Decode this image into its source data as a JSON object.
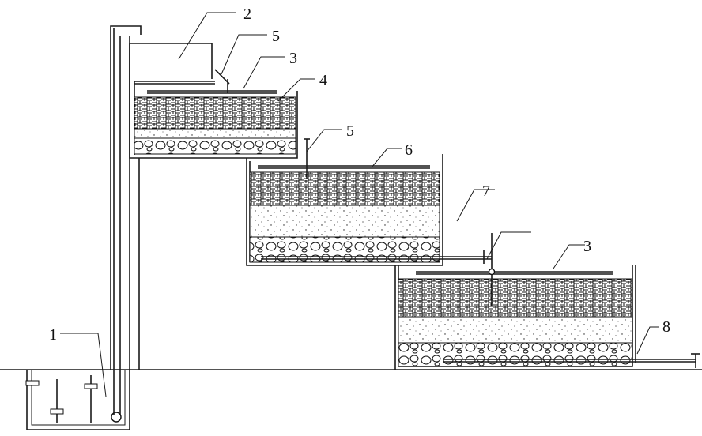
{
  "labels": {
    "tank": "1",
    "top_tank": "2",
    "spray_pipe": "3",
    "basket_layer": "4",
    "valve": "5",
    "spray_pipe_mid": "6",
    "sand_layer": "7",
    "outlet": "8"
  },
  "callouts": [
    {
      "id": "c2",
      "text": "2"
    },
    {
      "id": "c5a",
      "text": "5"
    },
    {
      "id": "c3a",
      "text": "3"
    },
    {
      "id": "c4",
      "text": "4"
    },
    {
      "id": "c5b",
      "text": "5"
    },
    {
      "id": "c6",
      "text": "6"
    },
    {
      "id": "c7",
      "text": "7"
    },
    {
      "id": "c3b",
      "text": "3"
    },
    {
      "id": "c1",
      "text": "1"
    },
    {
      "id": "c8",
      "text": "8"
    }
  ],
  "colors": {
    "line": "#1a1a1a",
    "background": "#ffffff"
  }
}
